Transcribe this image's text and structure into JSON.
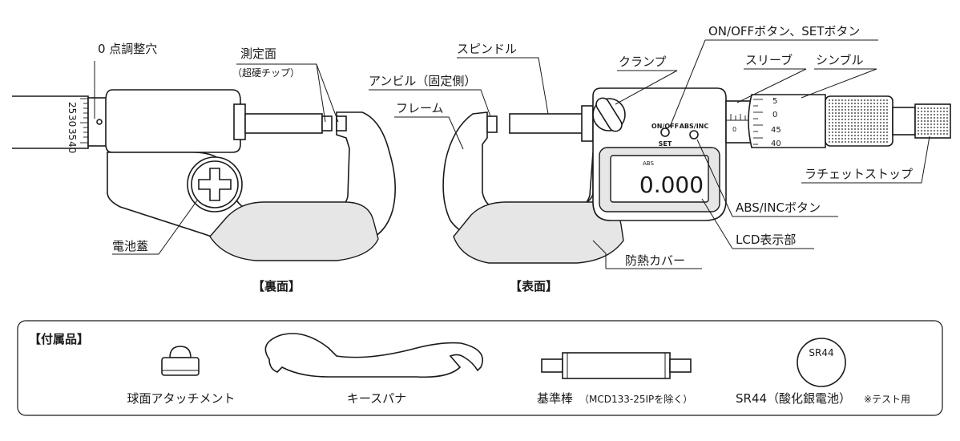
{
  "back_view": {
    "caption": "【裏面】",
    "labels": {
      "zero_hole": "0 点調整穴",
      "measuring_face": "測定面",
      "measuring_face_sub": "（超硬チップ）",
      "battery_cover": "電池蓋"
    },
    "thimble_numbers": [
      "25",
      "30",
      "35",
      "40"
    ]
  },
  "front_view": {
    "caption": "【表面】",
    "labels": {
      "spindle": "スピンドル",
      "anvil": "アンビル（固定側）",
      "frame": "フレーム",
      "clamp": "クランプ",
      "on_off_set": "ON/OFFボタン、SETボタン",
      "sleeve": "スリーブ",
      "thimble": "シンブル",
      "ratchet": "ラチェットストップ",
      "abs_inc": "ABS/INCボタン",
      "lcd": "LCD表示部",
      "heat_cover": "防熱カバー"
    },
    "panel": {
      "on_off": "ON/OFF",
      "set": "SET",
      "abs_inc": "ABS/INC",
      "lcd_mode": "ABS",
      "lcd_value": "0.000"
    },
    "sleeve_numbers": [
      "0"
    ],
    "thimble_numbers": [
      "5",
      "0",
      "45",
      "40"
    ]
  },
  "accessories": {
    "title": "【付属品】",
    "items": [
      {
        "label": "球面アタッチメント"
      },
      {
        "label": "キースパナ"
      },
      {
        "label": "基準棒",
        "note": "（MCD133-25IPを除く）"
      },
      {
        "label": "SR44（酸化銀電池）",
        "note": "※テスト用",
        "mark": "SR44"
      }
    ]
  }
}
